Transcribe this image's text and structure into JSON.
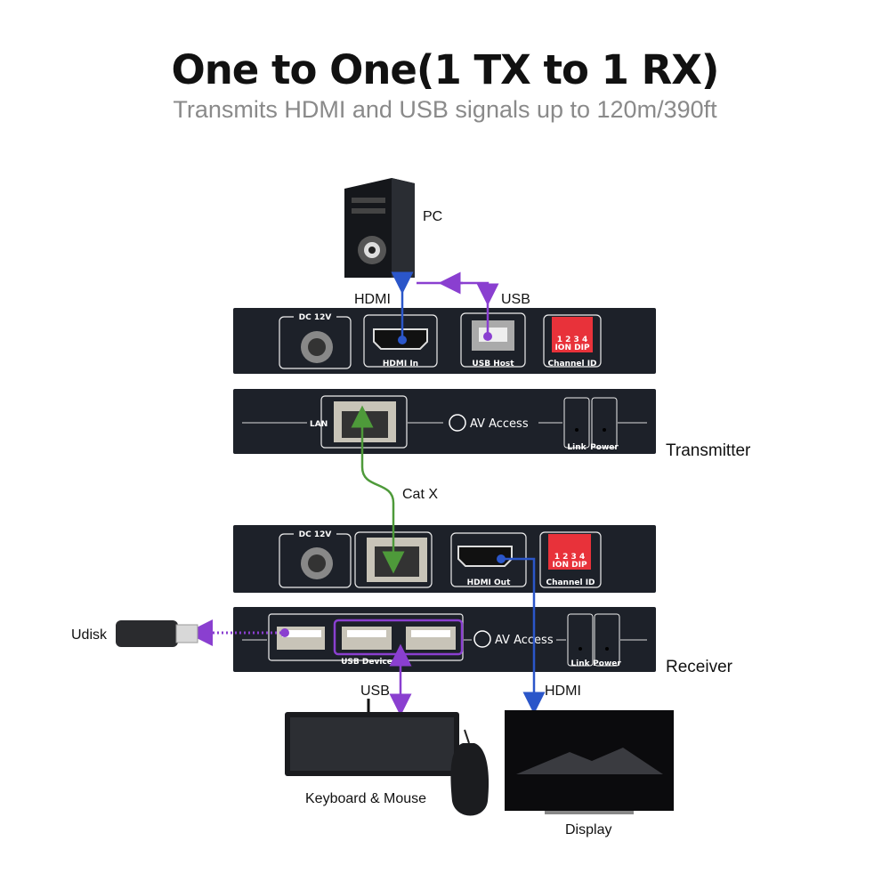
{
  "header": {
    "title": "One to One(1 TX to 1 RX)",
    "subtitle": "Transmits HDMI and USB signals up to 120m/390ft"
  },
  "devices": {
    "pc": "PC",
    "transmitter": "Transmitter",
    "receiver": "Receiver",
    "udisk": "Udisk",
    "keyboard_mouse": "Keyboard & Mouse",
    "display": "Display"
  },
  "connections": {
    "hdmi_top": "HDMI",
    "usb_top": "USB",
    "catx": "Cat X",
    "usb_bottom": "USB",
    "hdmi_bottom": "HDMI"
  },
  "panels": {
    "dc": "DC 12V",
    "hdmi_in": "HDMI In",
    "usb_host": "USB Host",
    "channel_id": "Channel ID",
    "dip_numbers": "1 2 3 4",
    "dip_on": "ION  DIP",
    "lan": "LAN",
    "brand": "AV Access",
    "link": "Link",
    "power": "Power",
    "hdmi_out": "HDMI Out",
    "usb_device": "USB Device"
  },
  "colors": {
    "hdmi": "#2b56c9",
    "usb": "#8a3fd0",
    "catx": "#4e9a3a",
    "panel": "#1d2129",
    "dip": "#e8323a"
  }
}
